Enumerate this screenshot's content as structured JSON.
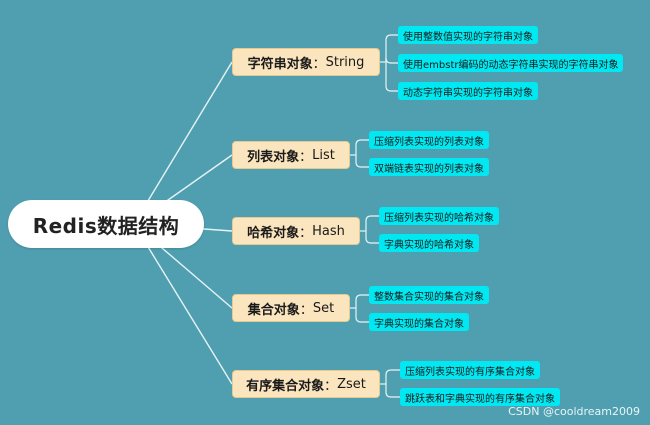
{
  "root": {
    "label": "Redis数据结构"
  },
  "categories": [
    {
      "title": "字符串对象",
      "sep": "：",
      "type": "String",
      "leaves": [
        "使用整数值实现的字符串对象",
        "使用embstr编码的动态字符串实现的字符串对象",
        "动态字符串实现的字符串对象"
      ]
    },
    {
      "title": "列表对象",
      "sep": "：",
      "type": "List",
      "leaves": [
        "压缩列表实现的列表对象",
        "双端链表实现的列表对象"
      ]
    },
    {
      "title": "哈希对象",
      "sep": "：",
      "type": "Hash",
      "leaves": [
        "压缩列表实现的哈希对象",
        "字典实现的哈希对象"
      ]
    },
    {
      "title": "集合对象",
      "sep": "：",
      "type": "Set",
      "leaves": [
        "整数集合实现的集合对象",
        "字典实现的集合对象"
      ]
    },
    {
      "title": "有序集合对象",
      "sep": "：",
      "type": "Zset",
      "leaves": [
        "压缩列表实现的有序集合对象",
        "跳跃表和字典实现的有序集合对象"
      ]
    }
  ],
  "watermark": "CSDN @cooldream2009",
  "colors": {
    "background": "#4f9fb0",
    "category_fill": "#fbe5bf",
    "leaf_fill": "#00e8f2",
    "connector": "#e6f3f5"
  }
}
